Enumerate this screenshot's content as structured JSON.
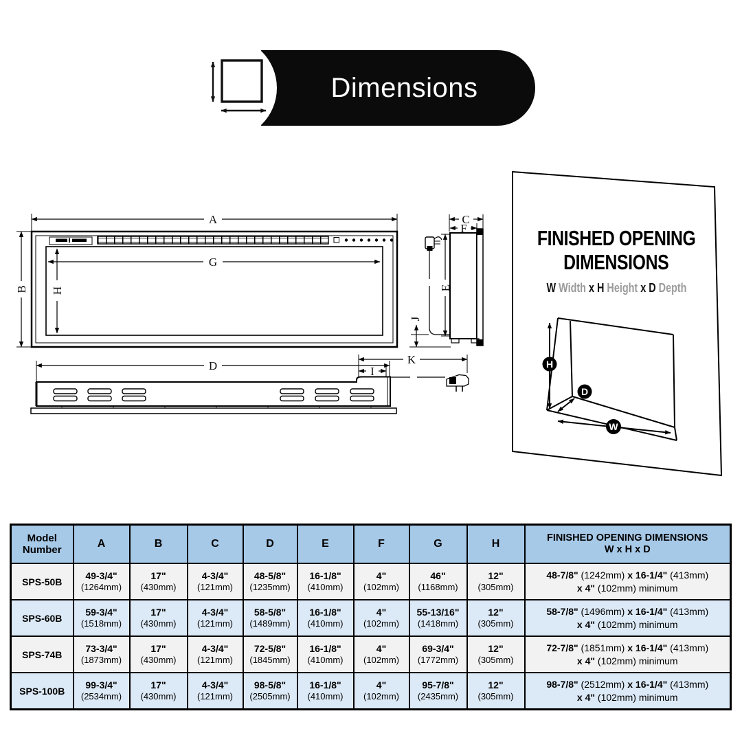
{
  "badge": {
    "title": "Dimensions"
  },
  "dims": {
    "A": "A",
    "B": "B",
    "C": "C",
    "D": "D",
    "E": "E",
    "F": "F",
    "G": "G",
    "H": "H",
    "I": "I",
    "J": "J",
    "K": "K"
  },
  "wall": {
    "title_line1": "FINISHED OPENING",
    "title_line2": "DIMENSIONS",
    "legend": {
      "w_key": "W",
      "w_word": "Width",
      "sep1": "x",
      "h_key": "H",
      "h_word": "Height",
      "sep2": "x",
      "d_key": "D",
      "d_word": "Depth"
    },
    "markers": {
      "h": "H",
      "d": "D",
      "w": "W"
    }
  },
  "table": {
    "model_header": "Model Number",
    "col_headers": [
      "A",
      "B",
      "C",
      "D",
      "E",
      "F",
      "G",
      "H"
    ],
    "fod_header_line1": "FINISHED OPENING DIMENSIONS",
    "fod_header_line2": "W x H x D",
    "sep": "x",
    "suffix": "minimum",
    "rows": [
      {
        "model": "SPS-50B",
        "cells": [
          {
            "v": "49-3/4\"",
            "mm": "(1264mm)"
          },
          {
            "v": "17\"",
            "mm": "(430mm)"
          },
          {
            "v": "4-3/4\"",
            "mm": "(121mm)"
          },
          {
            "v": "48-5/8\"",
            "mm": "(1235mm)"
          },
          {
            "v": "16-1/8\"",
            "mm": "(410mm)"
          },
          {
            "v": "4\"",
            "mm": "(102mm)"
          },
          {
            "v": "46\"",
            "mm": "(1168mm)"
          },
          {
            "v": "12\"",
            "mm": "(305mm)"
          }
        ],
        "fod": {
          "w": "48-7/8\"",
          "w_mm": "(1242mm)",
          "h": "16-1/4\"",
          "h_mm": "(413mm)",
          "d": "4\"",
          "d_mm": "(102mm)"
        }
      },
      {
        "model": "SPS-60B",
        "cells": [
          {
            "v": "59-3/4\"",
            "mm": "(1518mm)"
          },
          {
            "v": "17\"",
            "mm": "(430mm)"
          },
          {
            "v": "4-3/4\"",
            "mm": "(121mm)"
          },
          {
            "v": "58-5/8\"",
            "mm": "(1489mm)"
          },
          {
            "v": "16-1/8\"",
            "mm": "(410mm)"
          },
          {
            "v": "4\"",
            "mm": "(102mm)"
          },
          {
            "v": "55-13/16\"",
            "mm": "(1418mm)"
          },
          {
            "v": "12\"",
            "mm": "(305mm)"
          }
        ],
        "fod": {
          "w": "58-7/8\"",
          "w_mm": "(1496mm)",
          "h": "16-1/4\"",
          "h_mm": "(413mm)",
          "d": "4\"",
          "d_mm": "(102mm)"
        }
      },
      {
        "model": "SPS-74B",
        "cells": [
          {
            "v": "73-3/4\"",
            "mm": "(1873mm)"
          },
          {
            "v": "17\"",
            "mm": "(430mm)"
          },
          {
            "v": "4-3/4\"",
            "mm": "(121mm)"
          },
          {
            "v": "72-5/8\"",
            "mm": "(1845mm)"
          },
          {
            "v": "16-1/8\"",
            "mm": "(410mm)"
          },
          {
            "v": "4\"",
            "mm": "(102mm)"
          },
          {
            "v": "69-3/4\"",
            "mm": "(1772mm)"
          },
          {
            "v": "12\"",
            "mm": "(305mm)"
          }
        ],
        "fod": {
          "w": "72-7/8\"",
          "w_mm": "(1851mm)",
          "h": "16-1/4\"",
          "h_mm": "(413mm)",
          "d": "4\"",
          "d_mm": "(102mm)"
        }
      },
      {
        "model": "SPS-100B",
        "cells": [
          {
            "v": "99-3/4\"",
            "mm": "(2534mm)"
          },
          {
            "v": "17\"",
            "mm": "(430mm)"
          },
          {
            "v": "4-3/4\"",
            "mm": "(121mm)"
          },
          {
            "v": "98-5/8\"",
            "mm": "(2505mm)"
          },
          {
            "v": "16-1/8\"",
            "mm": "(410mm)"
          },
          {
            "v": "4\"",
            "mm": "(102mm)"
          },
          {
            "v": "95-7/8\"",
            "mm": "(2435mm)"
          },
          {
            "v": "12\"",
            "mm": "(305mm)"
          }
        ],
        "fod": {
          "w": "98-7/8\"",
          "w_mm": "(2512mm)",
          "h": "16-1/4\"",
          "h_mm": "(413mm)",
          "d": "4\"",
          "d_mm": "(102mm)"
        }
      }
    ]
  }
}
